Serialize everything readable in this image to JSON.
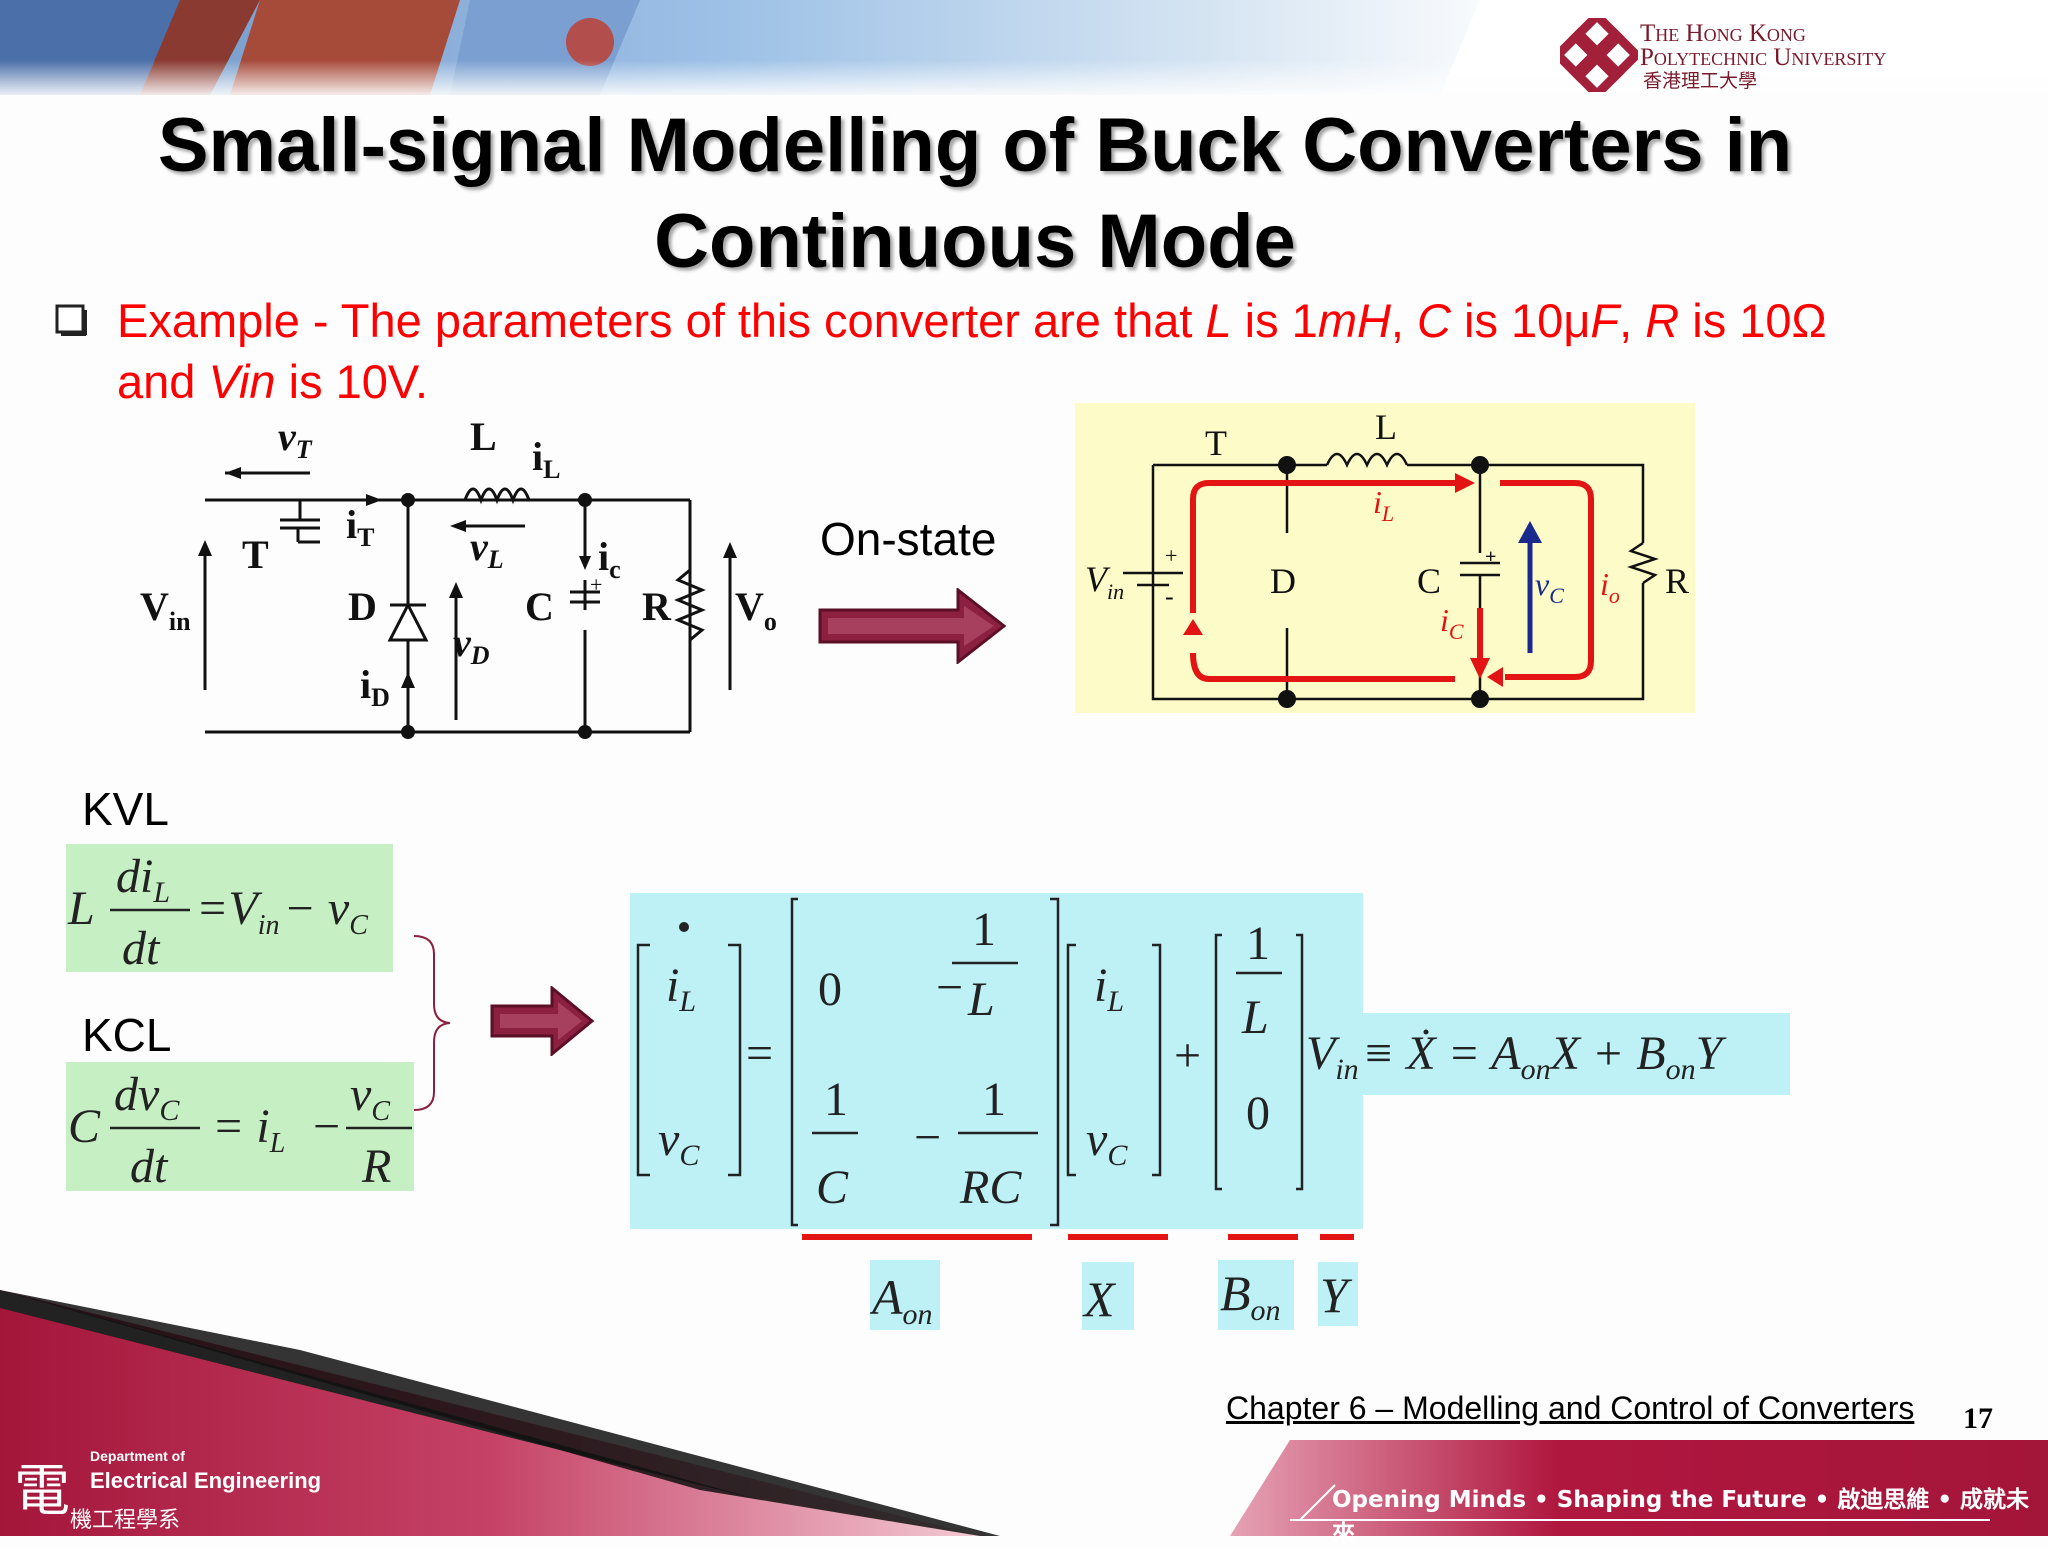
{
  "header": {
    "logo_line1": "The Hong Kong",
    "logo_line2": "Polytechnic University",
    "logo_line3": "香港理工大學"
  },
  "slide": {
    "title_line1": "Small-signal Modelling of Buck Converters in",
    "title_line2": "Continuous Mode",
    "bullet": {
      "prefix": "Example - The parameters of this converter are that ",
      "L": "L",
      "is1": " is 1",
      "mH": "mH",
      "c1": ", ",
      "C": "C",
      "is2": " is 10μ",
      "F": "F",
      "c2": ", ",
      "R": "R",
      "is3": " is 10Ω and ",
      "Vin": "Vin",
      "is4": " is 10V."
    },
    "arrow_label": "On-state",
    "kvl_label": "KVL",
    "kcl_label": "KCL"
  },
  "circuit_left": {
    "vT": "v",
    "vT_sub": "T",
    "L": "L",
    "iL": "i",
    "iL_sub": "L",
    "iT": "i",
    "iT_sub": "T",
    "vL": "v",
    "vL_sub": "L",
    "ic": "i",
    "ic_sub": "c",
    "T": "T",
    "Vin": "V",
    "Vin_sub": "in",
    "D": "D",
    "C": "C",
    "R": "R",
    "Vo": "V",
    "Vo_sub": "o",
    "vD": "v",
    "vD_sub": "D",
    "iD": "i",
    "iD_sub": "D",
    "plus": "+"
  },
  "circuit_right": {
    "T": "T",
    "L": "L",
    "iL": "i",
    "iL_sub": "L",
    "Vin": "V",
    "Vin_sub": "in",
    "D": "D",
    "C": "C",
    "vC": "v",
    "vC_sub": "C",
    "io": "i",
    "io_sub": "o",
    "R": "R",
    "iC": "i",
    "iC_sub": "C",
    "plus": "+",
    "minus": "-"
  },
  "equations": {
    "kvl": {
      "L": "L",
      "num": "di",
      "num_sub": "L",
      "den": "dt",
      "rhs": "=V",
      "rhs_sub": "in",
      "rhs2": "− v",
      "rhs2_sub": "C"
    },
    "kcl": {
      "C": "C",
      "num": "dv",
      "num_sub": "C",
      "den": "dt",
      "rhs": "= i",
      "rhs_sub": "L",
      "minus": "−",
      "frac_num": "v",
      "frac_num_sub": "C",
      "frac_den": "R"
    },
    "matrix": {
      "x_top": "i",
      "x_top_sub": "L",
      "x_bot": "v",
      "x_bot_sub": "C",
      "eq": "=",
      "a11": "0",
      "a12_sign": "−",
      "a12_num": "1",
      "a12_den": "L",
      "a21_num": "1",
      "a21_den": "C",
      "a22_sign": "−",
      "a22_num": "1",
      "a22_den": "RC",
      "plus": "+",
      "b1_num": "1",
      "b1_den": "L",
      "b2": "0",
      "vin": "V",
      "vin_sub": "in",
      "tail": "≡ Ẋ = A",
      "tail_sub1": "on",
      "tail_mid": "X + B",
      "tail_sub2": "on",
      "tail_end": "Y"
    },
    "labels": {
      "Aon": "A",
      "Aon_sub": "on",
      "X": "X",
      "Bon": "B",
      "Bon_sub": "on",
      "Y": "Y"
    }
  },
  "footer": {
    "chapter": "Chapter 6 – Modelling and Control of Converters",
    "page": "17",
    "dept_line1": "Department of",
    "dept_line2": "Electrical Engineering",
    "dept_line3": "機工程學系",
    "dept_glyph": "電",
    "slogan": "Opening Minds • Shaping the Future • 啟迪思維 • 成就未來"
  },
  "colors": {
    "accent_red": "#ff0000",
    "arrow_maroon": "#8b2040",
    "green_box": "#c6f0c4",
    "cyan_box": "#bdf1f6",
    "yellow_box": "#fdfbc8",
    "footer_maroon": "#b0173f"
  }
}
